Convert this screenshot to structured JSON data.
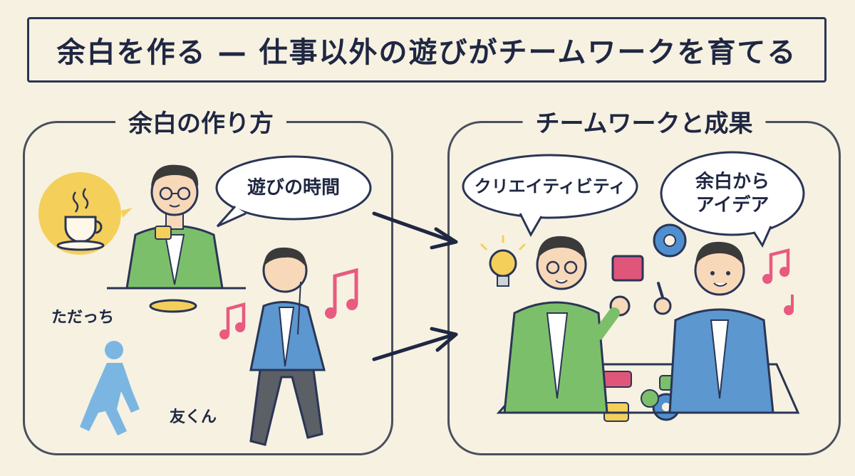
{
  "title": "余白を作る — 仕事以外の遊びがチームワークを育てる",
  "left_panel": {
    "title": "余白の作り方",
    "bubble": "遊びの時間",
    "names": [
      "ただっち",
      "友くん"
    ]
  },
  "right_panel": {
    "title": "チームワークと成果",
    "bubble_left": "クリエイティビティ",
    "bubble_right_line1": "余白から",
    "bubble_right_line2": "アイデア"
  },
  "colors": {
    "background": "#f6f1e1",
    "ink": "#1f2742",
    "green_jacket": "#7cbf6a",
    "blue_jacket": "#5c97cf",
    "coffee_circle": "#f4cf5a",
    "note_pink": "#e85a7f",
    "walker_blue": "#7bb6e3",
    "gear_blue": "#4f8fcf",
    "puzzle_pink": "#e0567b"
  },
  "icons": [
    "coffee-cup-icon",
    "walking-person-icon",
    "music-note-icon",
    "light-bulb-icon",
    "gear-icon",
    "puzzle-piece-icon",
    "arrow-right-icon"
  ]
}
